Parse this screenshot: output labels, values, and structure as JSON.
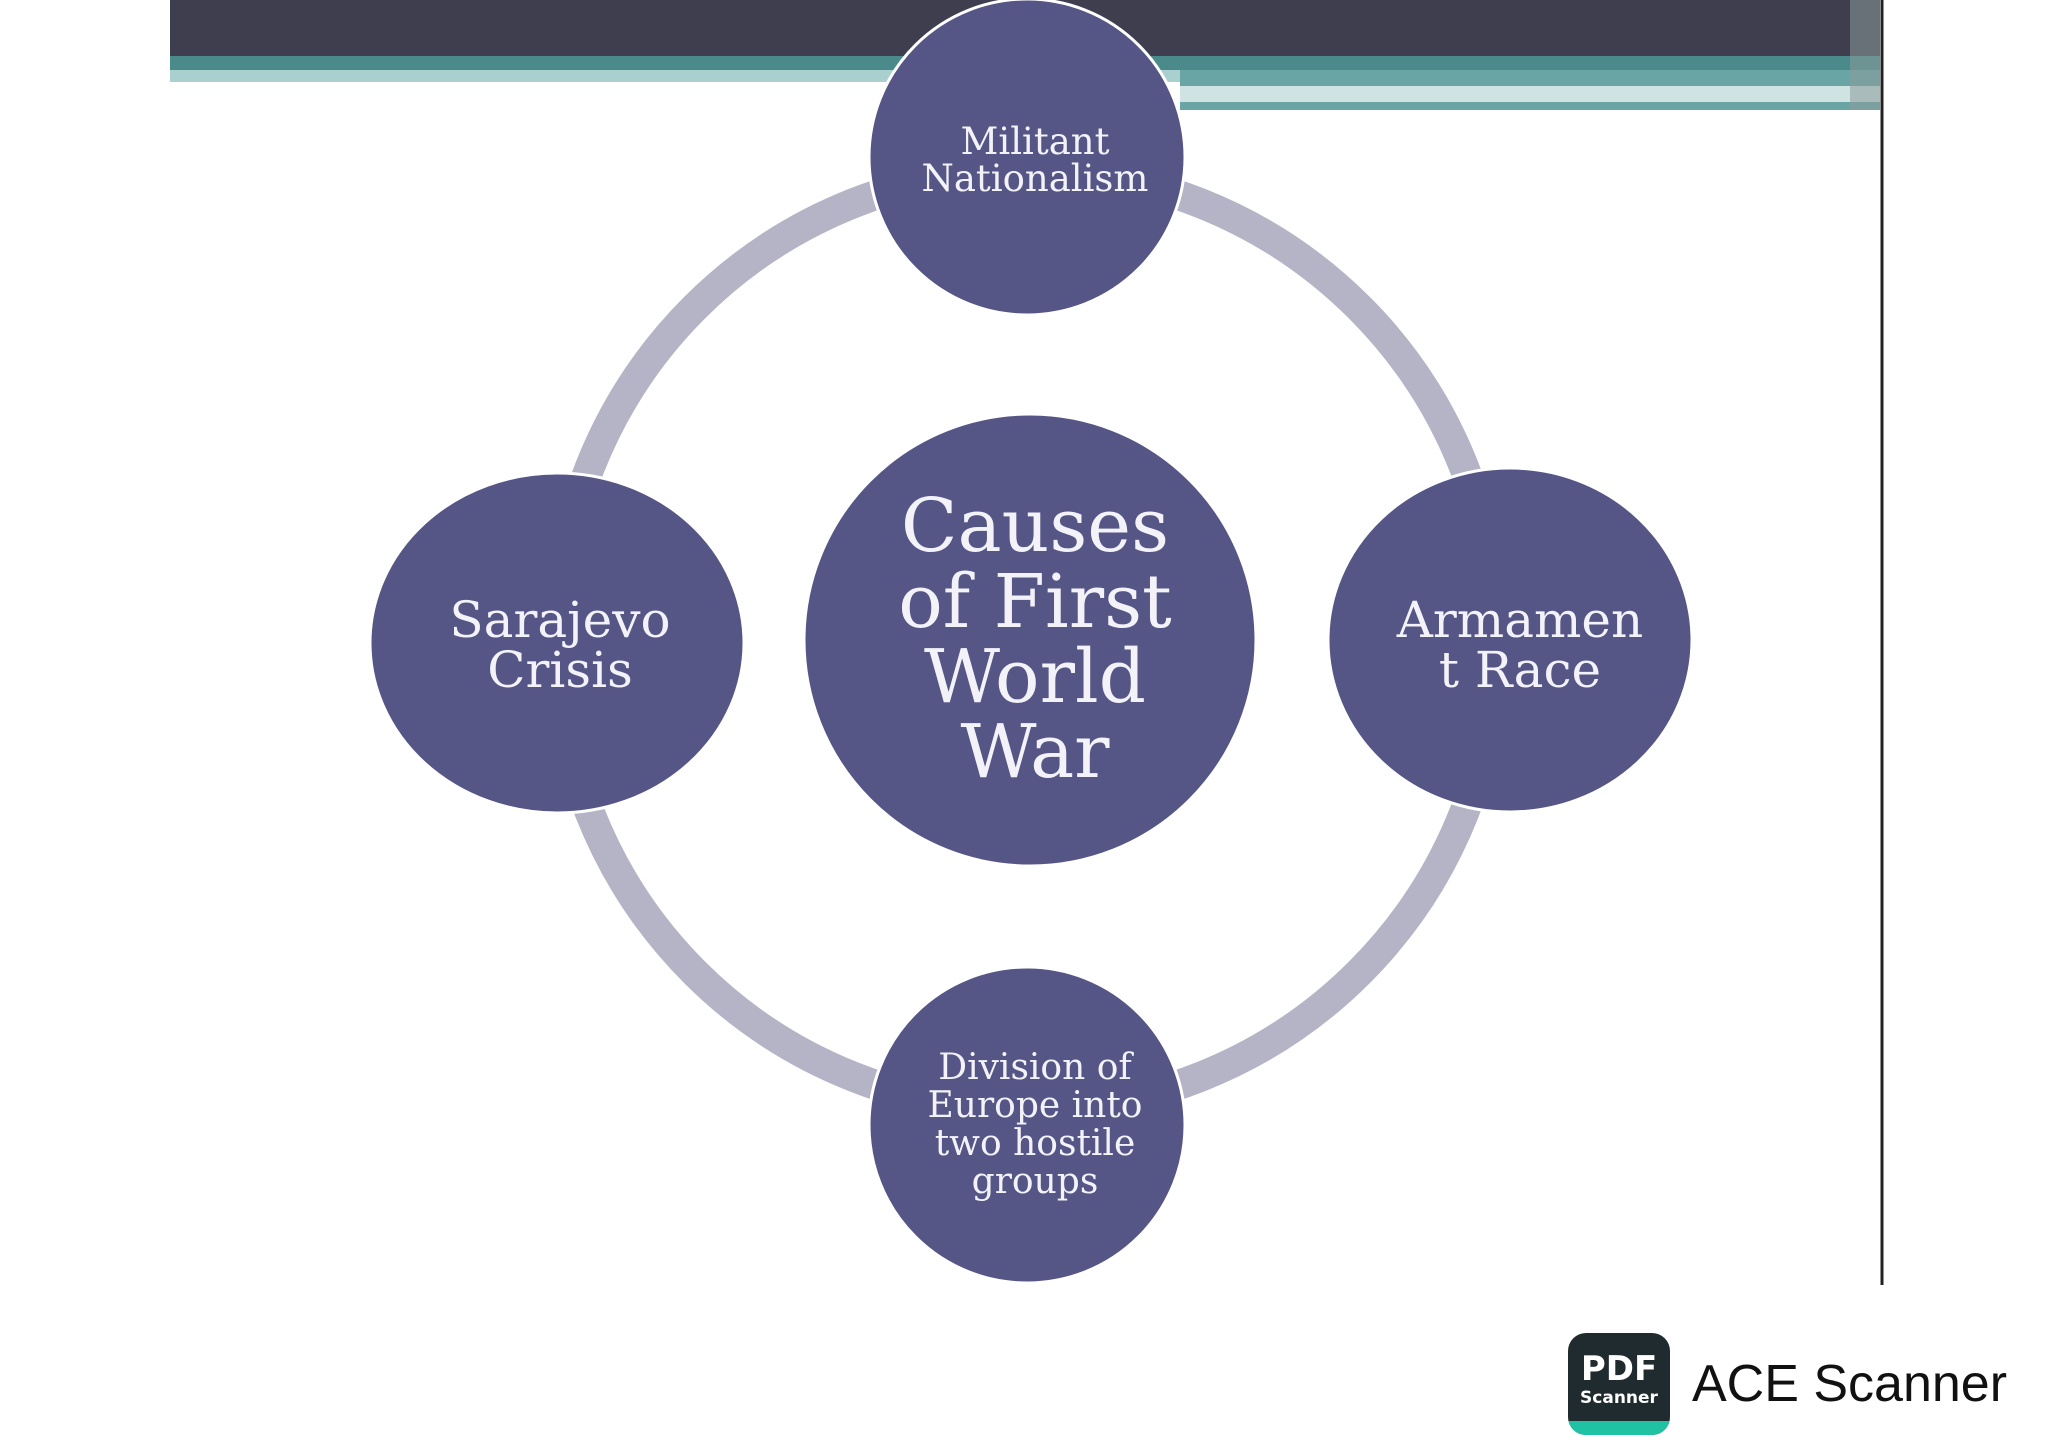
{
  "diagram": {
    "center": "Causes\nof First\nWorld\nWar",
    "nodes": {
      "top": "Militant\nNationalism",
      "right": "Armamen\nt Race",
      "bottom": "Division of\nEurope into\ntwo hostile\ngroups",
      "left": "Sarajevo\nCrisis"
    }
  },
  "branding": {
    "logo_top": "PDF",
    "logo_bottom": "Scanner",
    "name": "ACE Scanner"
  },
  "colors": {
    "node_fill": "#555586",
    "ring": "#b4b4c6",
    "header_dark": "#3e3e4e",
    "header_teal": "#4a8a8a",
    "logo_bg": "#1f2b2f",
    "logo_accent": "#1fc3a3"
  }
}
